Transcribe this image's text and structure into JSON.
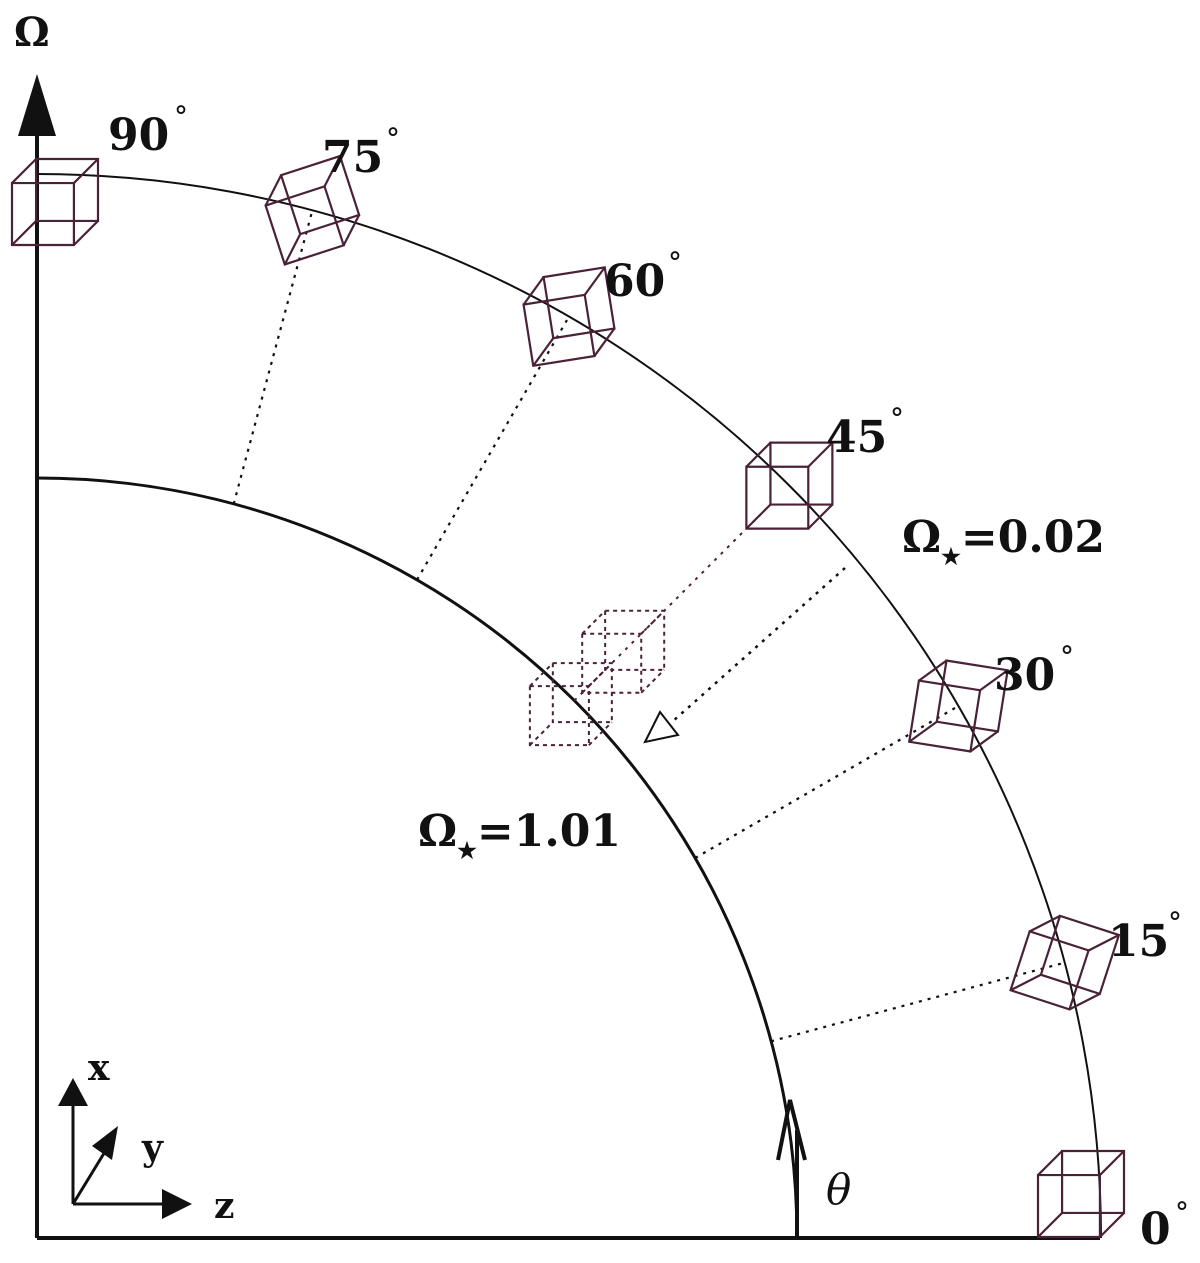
{
  "diagram": {
    "axis_label": "Ω",
    "angle_symbol": "θ",
    "degree_symbol": "°",
    "outer_arc_label": {
      "symbol": "Ω",
      "subscript": "★",
      "value": "=0.02"
    },
    "inner_arc_label": {
      "symbol": "Ω",
      "subscript": "★",
      "value": "=1.01"
    },
    "angles": [
      "0",
      "15",
      "30",
      "45",
      "60",
      "75",
      "90"
    ],
    "triad": {
      "x": "x",
      "y": "y",
      "z": "z"
    },
    "colors": {
      "line": "#111111",
      "cube": "#4a2238",
      "background": "#ffffff"
    }
  }
}
